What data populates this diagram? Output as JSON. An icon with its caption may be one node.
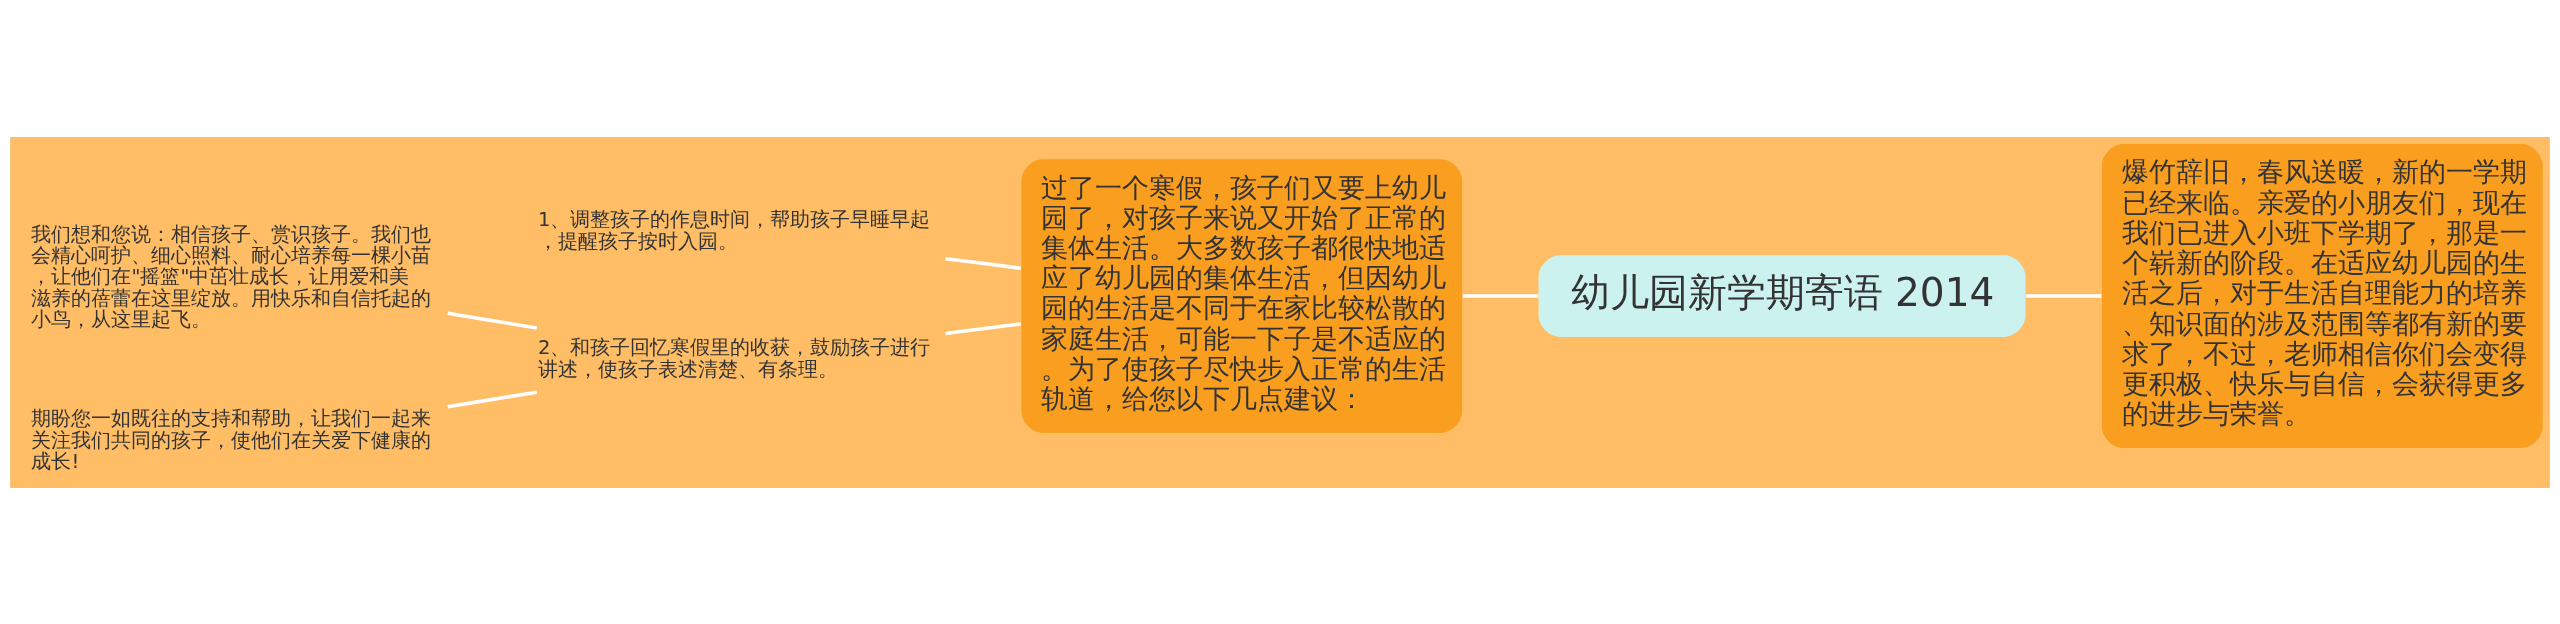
{
  "diagram": {
    "nodes": [
      {
        "text": [
          "幼儿园新学期寄语 2014"
        ]
      },
      {
        "text": [
          "爆竹辞旧，春风送暖，新的一学期已经来临。亲爱的小朋友们，现在我们已进入小班下学期了，那是一个崭新的阶段。在适应幼儿园的生活之后，对于生活自理能力的培养、知识面的涉及范围等都有新的要求了，不过，老师相信你们会变得更积极、快乐与自信，会获得更多的进步与荣誉。"
        ]
      },
      {
        "text": [
          "过了一个寒假，孩子们又要上幼儿园了，对孩子来说又开始了正常的集体生活。大多数孩子都很快地适应了幼儿园的集体生活，但因幼儿园的生活是不同于在家比较松散的家庭生活，可能一下子是不适应的。为了使孩子尽快步入正常的生活轨道，给您以下几点建议："
        ]
      },
      {
        "text": [
          "1、调整孩子的作息时间，帮助孩子早睡早起，提醒孩子按时入园。"
        ]
      },
      {
        "text": [
          "2、和孩子回忆寒假里的收获，鼓励孩子进行讲述，使孩子表述清楚、有条理。"
        ]
      },
      {
        "text": [
          "我们想和您说：相信孩子、赏识孩子。我们也会精心呵护、细心照料、耐心培养每一棵小苗，让他们在\"摇篮\"中茁壮成长，让用爱和美滋养的蓓蕾在这里绽放。用快乐和自信托起的小鸟，从这里起飞。"
        ]
      },
      {
        "text": [
          "期盼您一如既往的支持和帮助，让我们一起来关注我们共同的孩子，使他们在关爱下健康的成长!"
        ]
      }
    ],
    "edges": [
      {
        "from": 0,
        "to": 1,
        "arrow": "none"
      },
      {
        "from": 0,
        "to": 2,
        "arrow": "none"
      },
      {
        "from": 2,
        "to": 3,
        "arrow": "none"
      },
      {
        "from": 2,
        "to": 4,
        "arrow": "none"
      },
      {
        "from": 4,
        "to": 5,
        "arrow": "none"
      },
      {
        "from": 4,
        "to": 6,
        "arrow": "none"
      }
    ]
  }
}
